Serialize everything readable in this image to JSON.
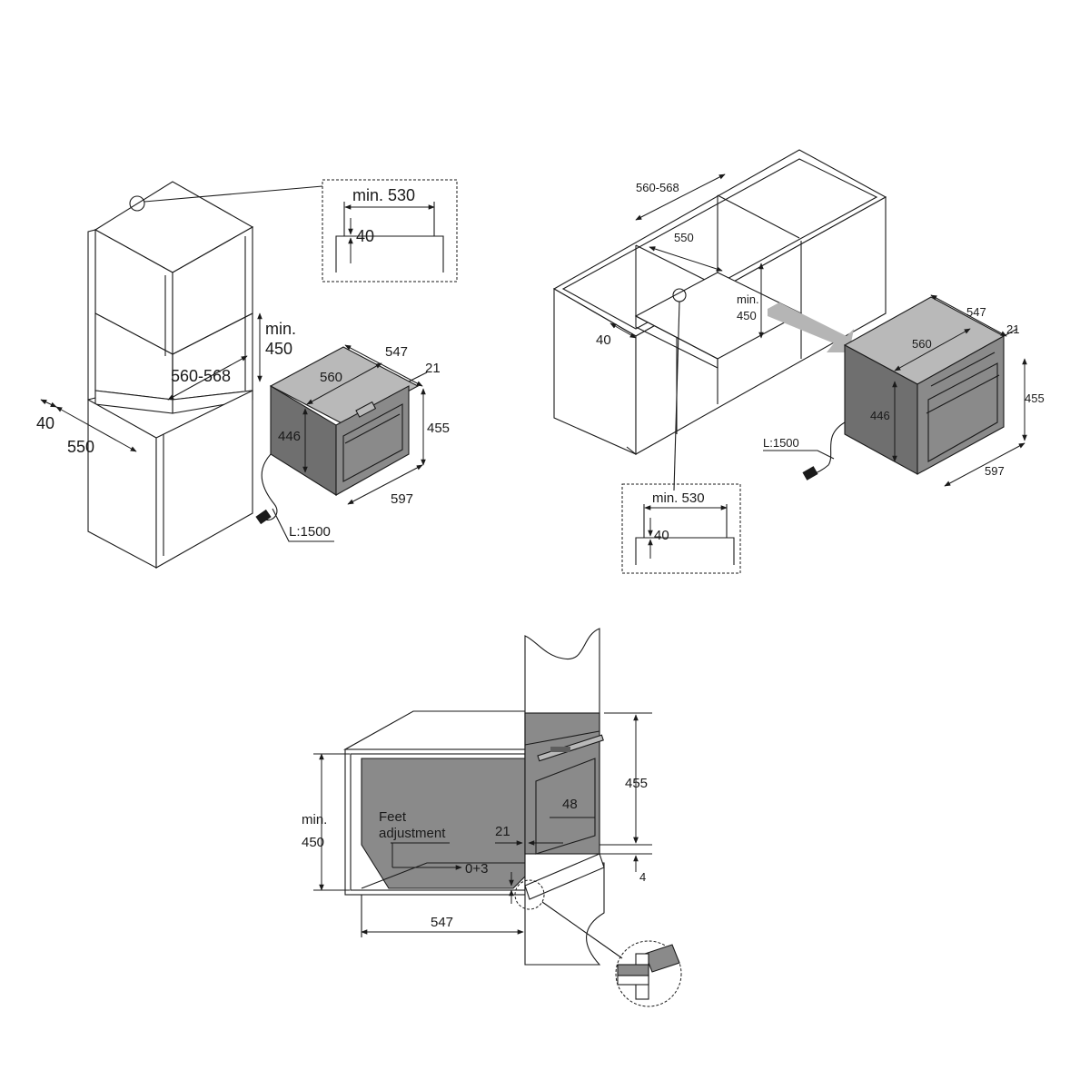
{
  "diagram1": {
    "inset_min": "min. 530",
    "inset_40": "40",
    "dim_min": "min.",
    "dim_450": "450",
    "dim_560_568": "560-568",
    "dim_40": "40",
    "dim_550": "550",
    "dim_547": "547",
    "dim_560": "560",
    "dim_21": "21",
    "dim_446": "446",
    "dim_455": "455",
    "dim_597": "597",
    "cable": "L:1500"
  },
  "diagram2": {
    "dim_560_568": "560-568",
    "dim_550": "550",
    "dim_min": "min.",
    "dim_450": "450",
    "dim_40": "40",
    "dim_547": "547",
    "dim_21": "21",
    "dim_560": "560",
    "dim_455": "455",
    "dim_446": "446",
    "dim_597": "597",
    "cable": "L:1500",
    "inset_min": "min. 530",
    "inset_40": "40"
  },
  "diagram3": {
    "dim_min": "min.",
    "dim_450": "450",
    "feet_line1": "Feet",
    "feet_line2": "adjustment",
    "feet_range": "0+3",
    "dim_21": "21",
    "dim_48": "48",
    "dim_455": "455",
    "dim_4": "4",
    "dim_547": "547"
  }
}
